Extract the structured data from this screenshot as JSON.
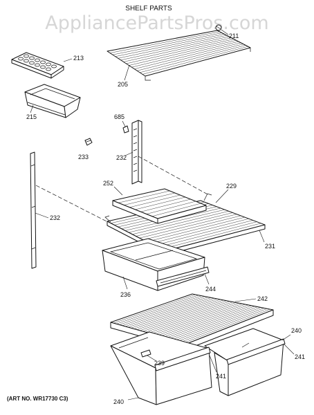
{
  "header": {
    "title": "SHELF PARTS",
    "watermark": "AppliancePartsPros.com"
  },
  "footer": {
    "art_number": "(ART NO. WR17730 C3)"
  },
  "callouts": {
    "p211": "211",
    "p213": "213",
    "p205": "205",
    "p215": "215",
    "p685": "685",
    "p233": "233",
    "p232a": "232",
    "p232b": "232",
    "p252": "252",
    "p229": "229",
    "p231": "231",
    "p244": "244",
    "p236": "236",
    "p242": "242",
    "p240a": "240",
    "p241a": "241",
    "p239": "239",
    "p241b": "241",
    "p240b": "240"
  }
}
